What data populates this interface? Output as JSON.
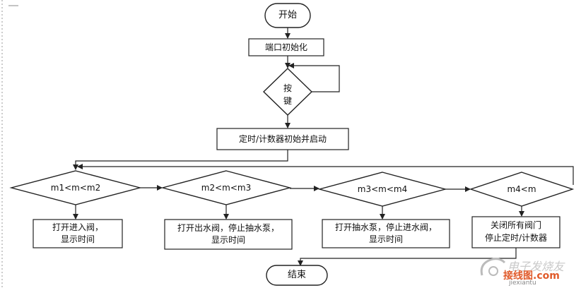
{
  "flowchart": {
    "start": "开始",
    "init": "端口初始化",
    "key_line1": "按",
    "key_line2": "键",
    "timer_start": "定时/计数器初始并启动",
    "cond1": "m1<m<m2",
    "cond2": "m2<m<m3",
    "cond3": "m3<m<m4",
    "cond4": "m4<m",
    "action1_line1": "打开进入阀，",
    "action1_line2": "显示时间",
    "action2_line1": "打开出水阀，停止抽水泵，",
    "action2_line2": "显示时间",
    "action3_line1": "打开抽水泵，停止进水阀，",
    "action3_line2": "显示时间",
    "action4_line1": "关闭所有阀门",
    "action4_line2": "停止定时/计数器",
    "end": "结束"
  },
  "watermark": {
    "logo_text": "电子发烧友",
    "site_text": "接线图.com",
    "url_text": "jiexiantu"
  }
}
